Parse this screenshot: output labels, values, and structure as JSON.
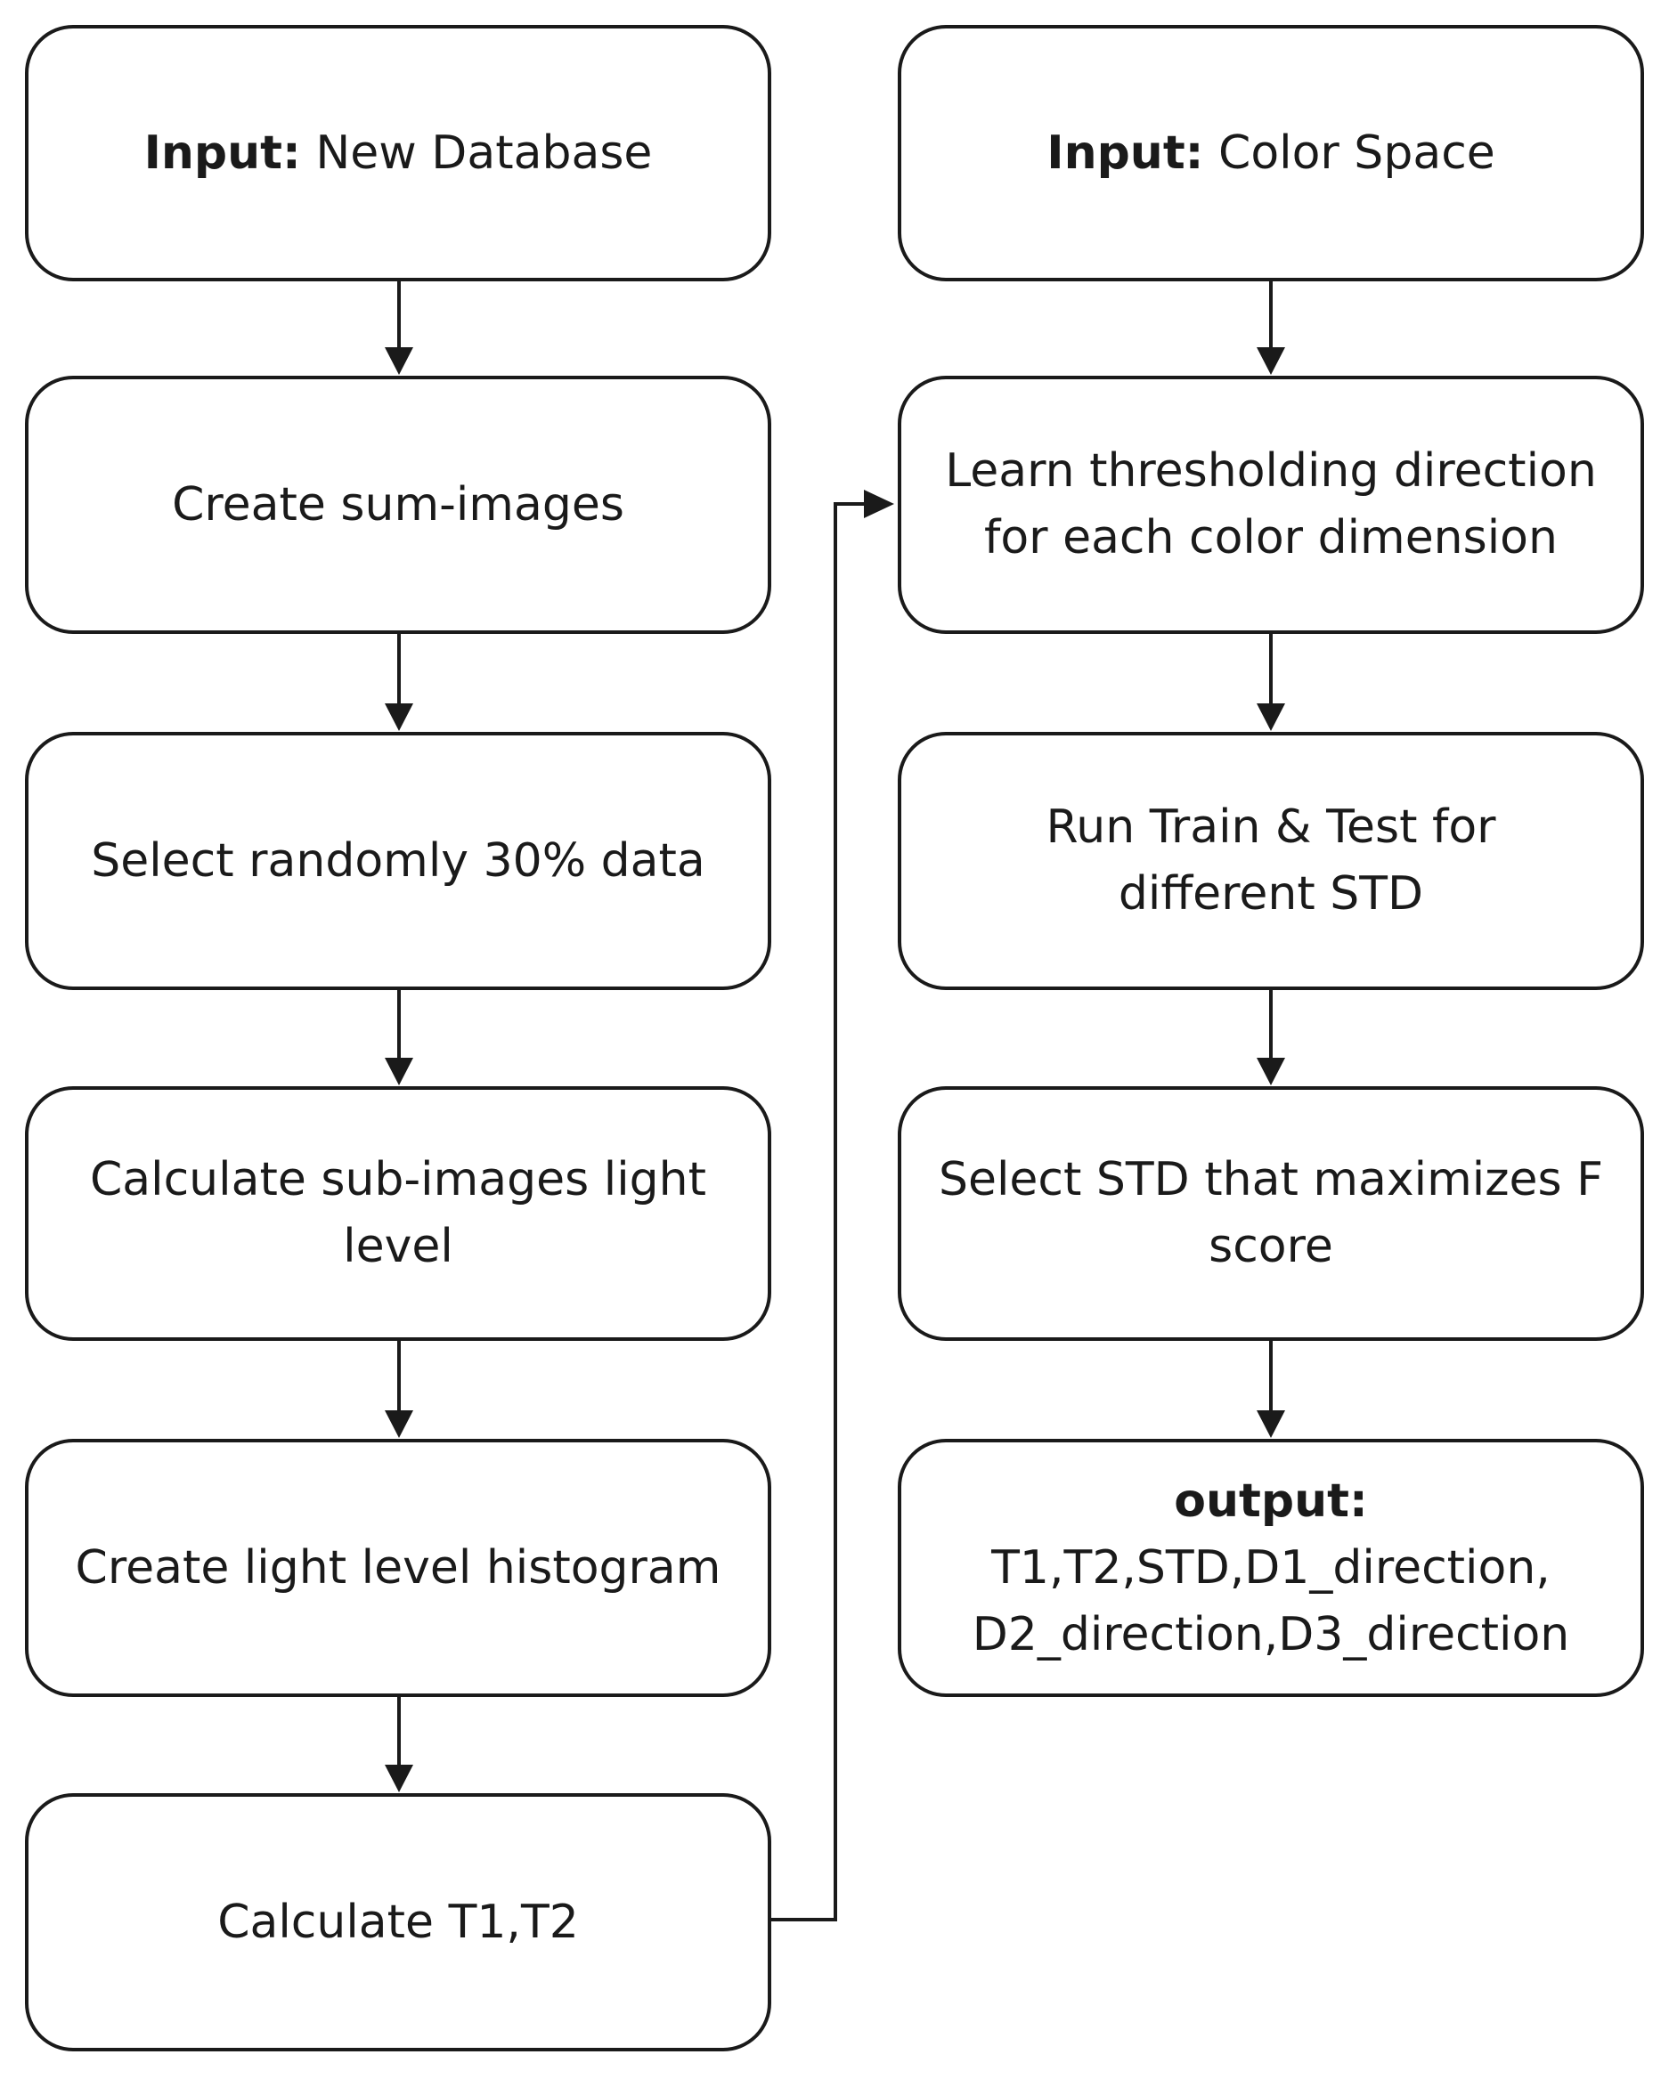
{
  "left_column": {
    "input": {
      "bold": "Input:",
      "text": " New Database"
    },
    "steps": [
      [
        "Create sum-images"
      ],
      [
        "Select randomly  30% data"
      ],
      [
        "Calculate sub-images  light",
        "level"
      ],
      [
        "Create light level histogram"
      ],
      [
        "Calculate T1,T2"
      ]
    ]
  },
  "right_column": {
    "input": {
      "bold": "Input:",
      "text": " Color Space"
    },
    "steps": [
      [
        "Learn thresholding  direction",
        "for each color dimension"
      ],
      [
        "Run Train & Test for",
        "different STD"
      ],
      [
        "Select STD that maximizes F",
        "score"
      ]
    ],
    "output": {
      "title": "output:",
      "lines": [
        "T1,T2,STD,D1_direction,",
        "D2_direction,D3_direction"
      ]
    }
  }
}
